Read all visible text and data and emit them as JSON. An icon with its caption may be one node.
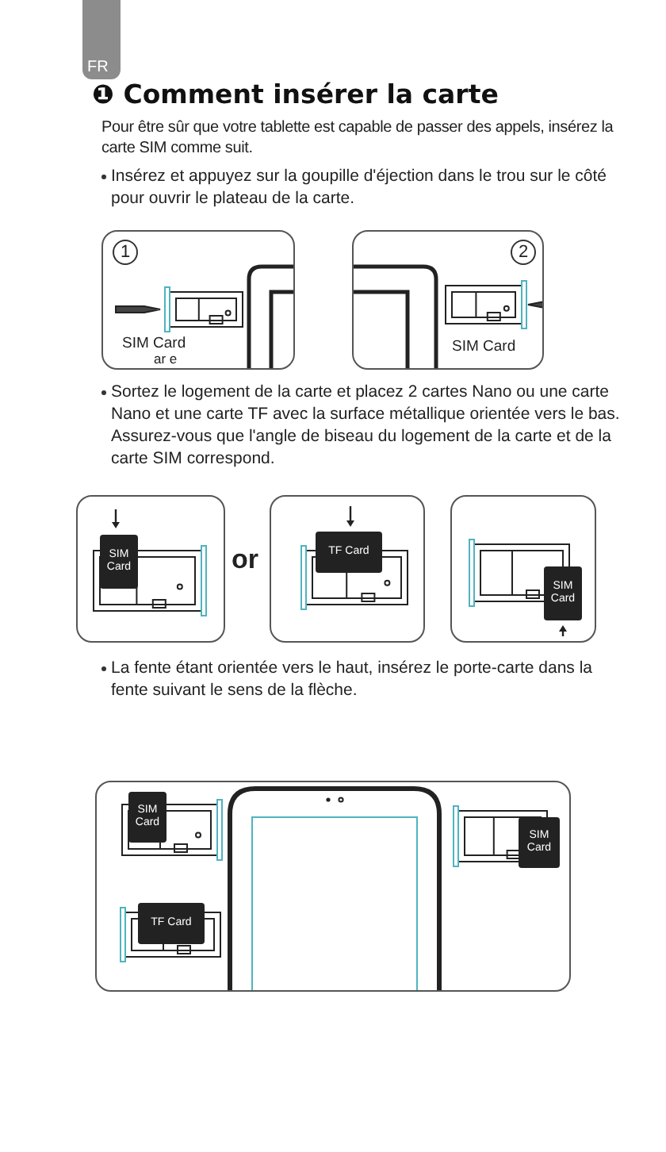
{
  "diagram": {
    "title": "❶ Comment insérer la carte",
    "nodes": [
      {
        "text": [
          "1",
          "SIM Card",
          "ar e"
        ]
      },
      {
        "text": [
          "2",
          "SIM Card"
        ]
      },
      {
        "text": [
          "SIM Card"
        ]
      },
      {
        "text": [
          "TF Card"
        ]
      },
      {
        "text": [
          "SIM Card"
        ]
      },
      {
        "text": [
          "SIM Card",
          "TF Card",
          "SIM Card"
        ]
      }
    ],
    "labels": [
      "FR",
      "Pour être sûr que votre tablette est capable de passer des appels, insérez la carte SIM comme suit.",
      "Insérez et appuyez sur la goupille d'éjection dans le trou sur le côté pour ouvrir le plateau de la carte.",
      "Sortez le logement de la carte et placez 2 cartes Nano ou une carte Nano et une carte TF avec la surface métallique orientée vers le bas. Assurez-vous que l'angle de biseau du logement de la carte et de la carte SIM correspond.",
      "or",
      "La fente étant orientée vers le haut, insérez le porte-carte dans la fente suivant le sens de la flèche."
    ]
  }
}
